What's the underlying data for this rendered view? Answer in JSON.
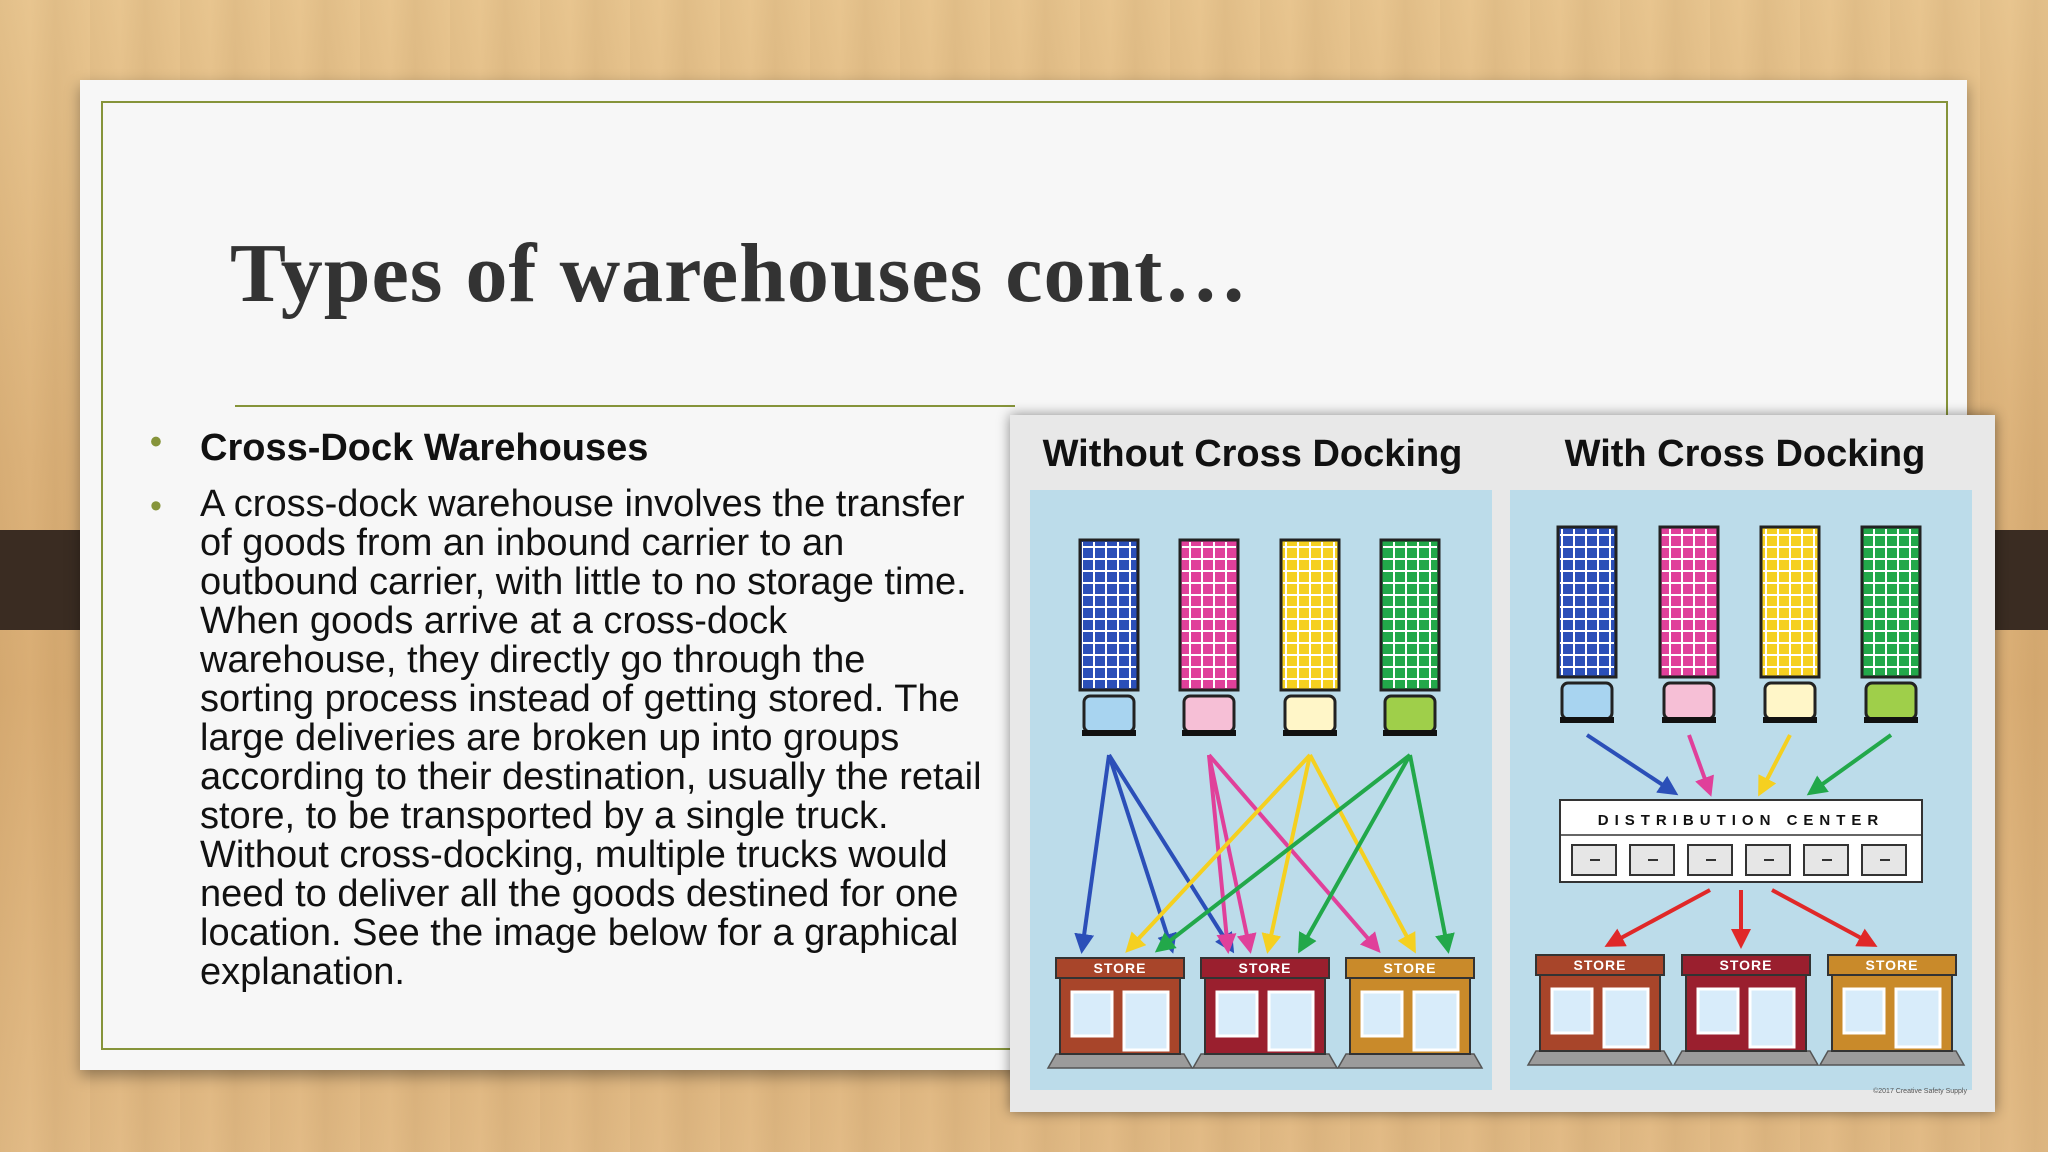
{
  "slide": {
    "title": "Types of warehouses cont…",
    "bullets": [
      {
        "text": "Cross-Dock Warehouses"
      },
      {
        "text": "A cross-dock warehouse involves the transfer of goods from an inbound carrier to an outbound carrier, with little to no storage time. When goods arrive at a cross-dock warehouse, they directly go through the sorting process instead of getting stored. The large deliveries are broken up into groups according to their destination, usually the retail store, to be transported by a single truck. Without cross-docking, multiple trucks would need to deliver all the goods destined for one location. See the image below for a graphical explanation."
      }
    ]
  },
  "figure": {
    "left_title": "Without Cross Docking",
    "right_title": "With Cross Docking",
    "store_label": "STORE",
    "dc_label": "DISTRIBUTION CENTER",
    "copyright": "©2017 Creative Safety Supply",
    "truck_colors": [
      "#2b4fb8",
      "#e0409a",
      "#f5d020",
      "#22a84a"
    ],
    "cab_colors": [
      "#a8d4f0",
      "#f6bfd6",
      "#fff6c8",
      "#9fcf4a"
    ],
    "store_colors": [
      "#a8452a",
      "#9a1f2e",
      "#c98a2a"
    ],
    "outbound_arrow_color": "#e02828"
  }
}
